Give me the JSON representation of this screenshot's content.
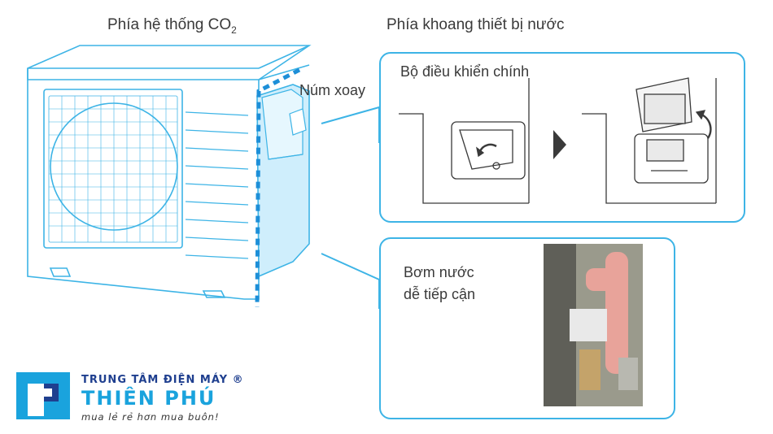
{
  "headings": {
    "co2_side_prefix": "Phía hệ thống CO",
    "co2_side_sub": "2",
    "water_side": "Phía khoang thiết bị nước"
  },
  "callouts": {
    "knob": "Núm xoay",
    "main_controller": "Bộ điều khiển chính",
    "pump_line1": "Bơm nước",
    "pump_line2": "dễ tiếp cận"
  },
  "logo": {
    "title": "TRUNG TÂM ĐIỆN MÁY ®",
    "name": "THIÊN PHÚ",
    "slogan": "mua lẻ rẻ hơn mua buôn!"
  },
  "colors": {
    "accent": "#3db4e6",
    "panel_fill": "#cfeefc",
    "brand_dark": "#1f3f8f",
    "brand_light": "#1aa3dd"
  }
}
